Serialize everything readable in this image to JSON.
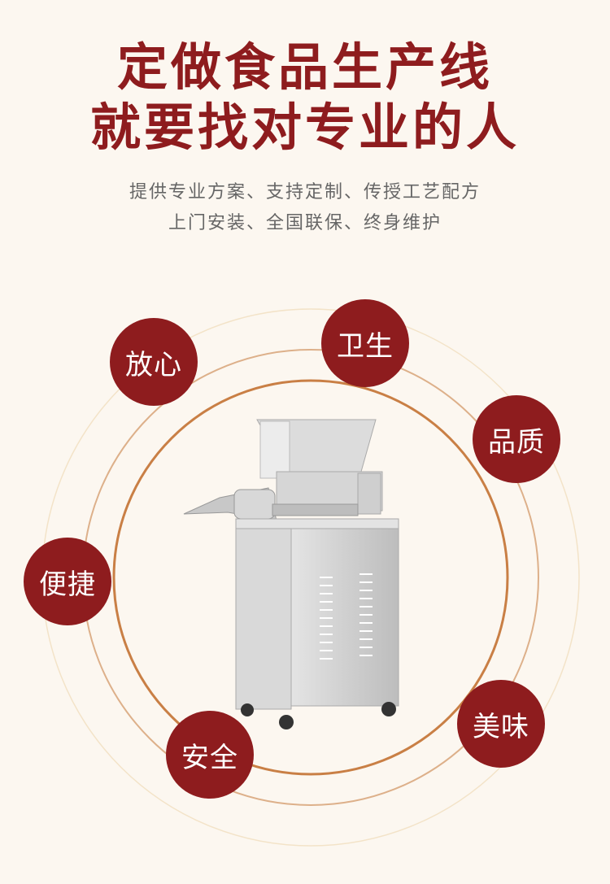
{
  "headline": {
    "line1": "定做食品生产线",
    "line2": "就要找对专业的人"
  },
  "subtitle": {
    "line1": "提供专业方案、支持定制、传授工艺配方",
    "line2": "上门安装、全国联保、终身维护"
  },
  "badges": [
    {
      "label": "放心"
    },
    {
      "label": "卫生"
    },
    {
      "label": "品质"
    },
    {
      "label": "便捷"
    },
    {
      "label": "安全"
    },
    {
      "label": "美味"
    }
  ],
  "colors": {
    "brand": "#8e1c1e",
    "background": "#fcf7f0",
    "ring": "#c97f45"
  }
}
